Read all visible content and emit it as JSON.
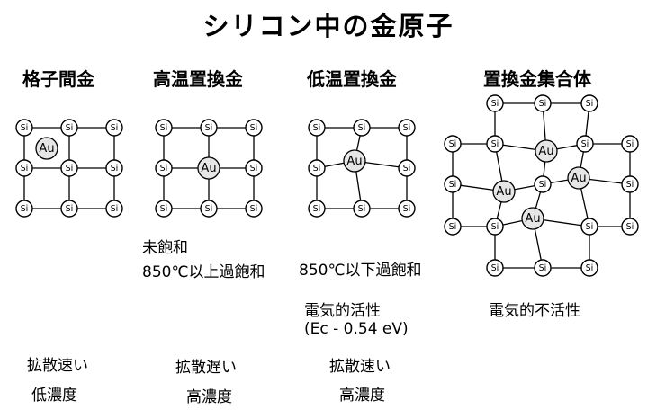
{
  "title": "シリコン中の金原子",
  "columns": [
    {
      "heading": "格子間金",
      "saturation": "",
      "condition": "",
      "activity": "",
      "energy": "",
      "diffusion": "拡散速い",
      "concentration": "低濃度"
    },
    {
      "heading": "高温置換金",
      "saturation": "未飽和",
      "condition": "850℃以上過飽和",
      "activity": "",
      "energy": "",
      "diffusion": "拡散遅い",
      "concentration": "高濃度"
    },
    {
      "heading": "低温置換金",
      "saturation": "",
      "condition": "850℃以下過飽和",
      "activity": "電気的活性",
      "energy": "(Ec - 0.54 eV)",
      "diffusion": "拡散速い",
      "concentration": "高濃度"
    },
    {
      "heading": "置換金集合体",
      "saturation": "",
      "condition": "",
      "activity": "電気的不活性",
      "energy": "",
      "diffusion": "",
      "concentration": ""
    }
  ],
  "atom_labels": {
    "silicon": "Si",
    "gold": "Au"
  },
  "colors": {
    "line": "#000000",
    "gold_fill": "#e6e6e6",
    "silicon_fill": "#ffffff"
  }
}
